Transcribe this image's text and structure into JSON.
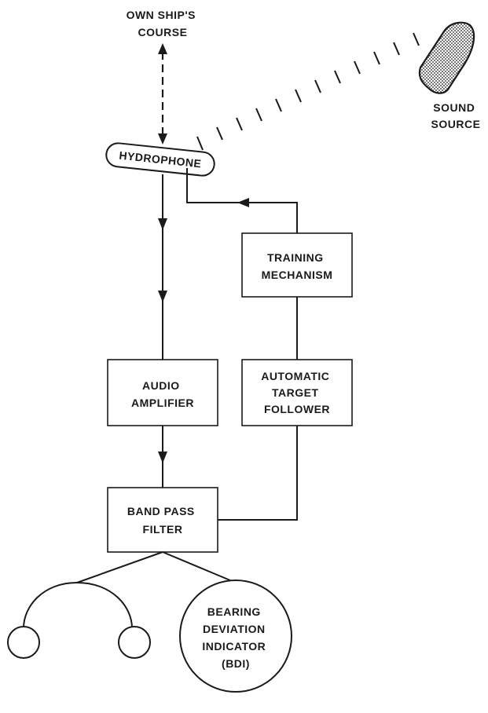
{
  "own_ship_course": [
    "OWN SHIP'S",
    "COURSE"
  ],
  "sound_source": [
    "SOUND",
    "SOURCE"
  ],
  "hydrophone": "HYDROPHONE",
  "training_mechanism": [
    "TRAINING",
    "MECHANISM"
  ],
  "audio_amplifier": [
    "AUDIO",
    "AMPLIFIER"
  ],
  "automatic_target_follower": [
    "AUTOMATIC",
    "TARGET",
    "FOLLOWER"
  ],
  "band_pass_filter": [
    "BAND PASS",
    "FILTER"
  ],
  "bdi": [
    "BEARING",
    "DEVIATION",
    "INDICATOR",
    "(BDI)"
  ],
  "colors": {
    "ink": "#1a1a1a",
    "paper": "#ffffff"
  },
  "icons": [
    "sound-source-shape",
    "headphones-icon",
    "arrowhead-icon"
  ]
}
